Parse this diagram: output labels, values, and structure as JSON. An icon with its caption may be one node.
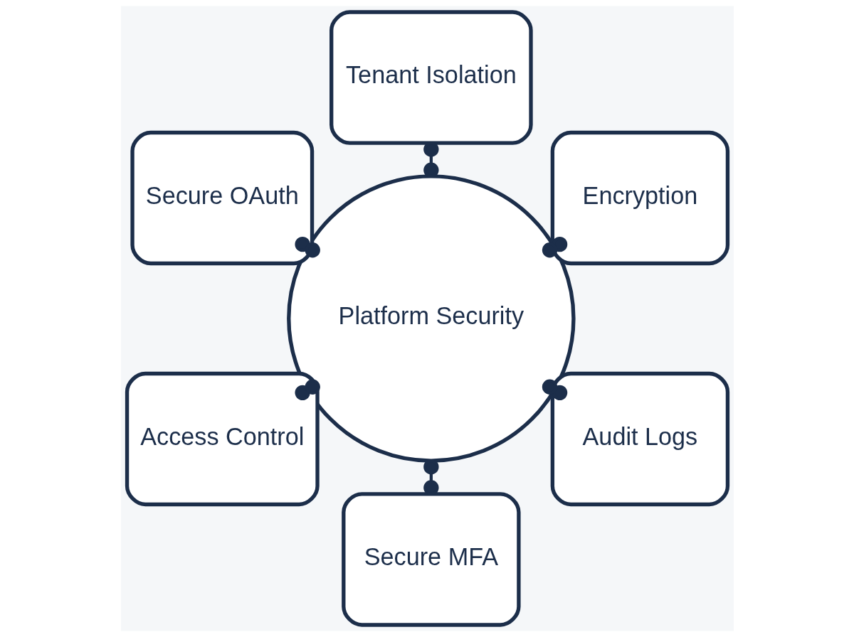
{
  "diagram": {
    "nodes": [
      {
        "text": [
          "Platform Security"
        ]
      },
      {
        "text": [
          "Encryption"
        ]
      },
      {
        "text": [
          "Tenant Isolation"
        ]
      },
      {
        "text": [
          "Secure OAuth"
        ]
      },
      {
        "text": [
          "Access Control"
        ]
      },
      {
        "text": [
          "Secure MFA"
        ]
      },
      {
        "text": [
          "Audit Logs"
        ]
      }
    ],
    "edges": [
      {
        "from": 0,
        "to": 1,
        "arrow": "other"
      },
      {
        "from": 0,
        "to": 2,
        "arrow": "other"
      },
      {
        "from": 0,
        "to": 3,
        "arrow": "other"
      },
      {
        "from": 0,
        "to": 4,
        "arrow": "other"
      },
      {
        "from": 0,
        "to": 5,
        "arrow": "other"
      },
      {
        "from": 0,
        "to": 6,
        "arrow": "other"
      }
    ]
  }
}
